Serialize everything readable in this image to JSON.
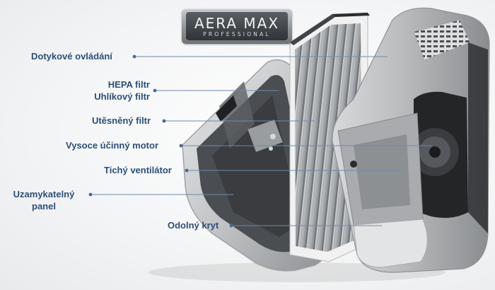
{
  "logo": {
    "brand": "AERA MAX",
    "tagline": "PROFESSIONAL"
  },
  "callouts": [
    {
      "id": "touch-controls",
      "text": "Dotykové ovládání"
    },
    {
      "id": "hepa-filter",
      "text": "HEPA filtr"
    },
    {
      "id": "carbon-filter",
      "text": "Uhlíkový filtr"
    },
    {
      "id": "sealed-filter",
      "text": "Utěsněný filtr"
    },
    {
      "id": "efficient-motor",
      "text": "Vysoce účinný motor"
    },
    {
      "id": "quiet-fan",
      "text": "Tichý ventilátor"
    },
    {
      "id": "lockable-panel-line1",
      "text": "Uzamykatelný"
    },
    {
      "id": "lockable-panel-line2",
      "text": "panel"
    },
    {
      "id": "durable-cover",
      "text": "Odolný kryt"
    }
  ],
  "colors": {
    "label": "#2d4f78",
    "leader_line": "#6f8bab",
    "body_silver": "#c9cbcd",
    "filter_frame": "#eeeeee",
    "filter_media": "#9a9ea2",
    "dark_interior": "#2b2d30"
  }
}
